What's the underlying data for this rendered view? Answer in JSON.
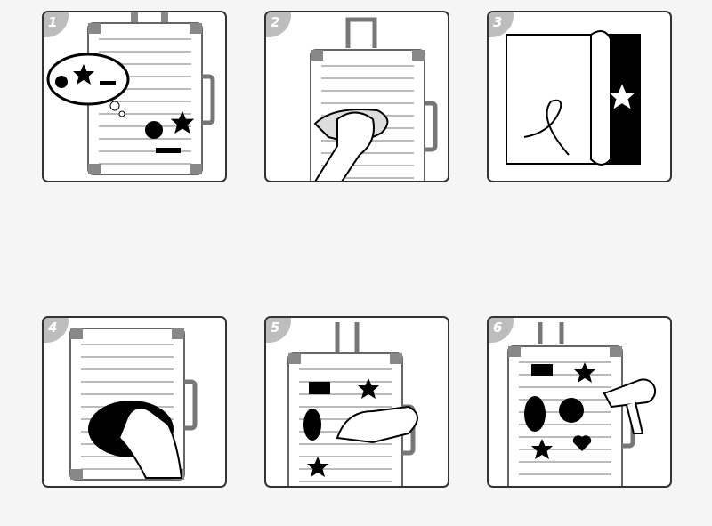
{
  "steps": [
    {
      "number": "1"
    },
    {
      "number": "2"
    },
    {
      "number": "3"
    },
    {
      "number": "4"
    },
    {
      "number": "5"
    },
    {
      "number": "6"
    }
  ],
  "colors": {
    "background": "#f5f5f5",
    "panel": "#ffffff",
    "ink": "#111111",
    "badge": "#bdbdbd",
    "suitcase_line": "#b0b0b0"
  }
}
